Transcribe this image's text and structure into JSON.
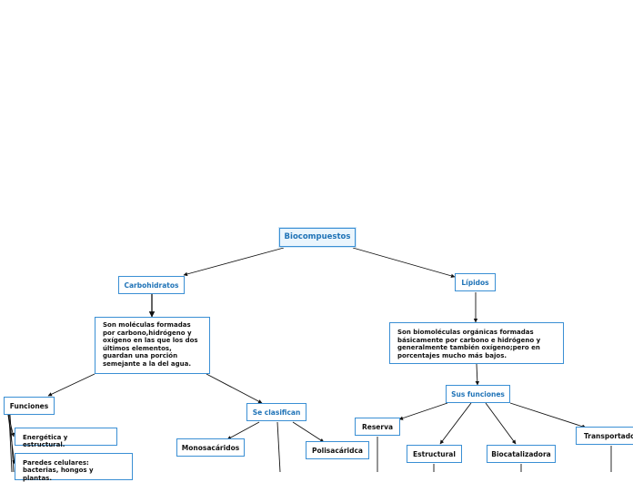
{
  "root": "Biocompuestos",
  "carbohidratos": {
    "title": "Carbohidratos",
    "definition": "Son moléculas formadas por carbono,hidrógeno y oxígeno en las que los dos últimos elementos, guardan una porción semejante a la del agua.",
    "funciones": {
      "title": "Funciones",
      "items": [
        "Energética y estructural.",
        "Paredes celulares: bacterias, hongos y plantas."
      ]
    },
    "clasificacion": {
      "title": "Se clasifican",
      "items": [
        "Monosacáridos",
        "Polisacáridca"
      ]
    }
  },
  "lipidos": {
    "title": "Lípidos",
    "definition": "Son biomoléculas orgánicas formadas básicamente por carbono e hidrógeno y generalmente también oxígeno;pero en porcentajes mucho más bajos.",
    "funciones": {
      "title": "Sus funciones",
      "items": [
        "Reserva",
        "Estructural",
        "Biocatalizadora",
        "Transportadora"
      ]
    }
  },
  "colors": {
    "border": "#3a8fd4",
    "title_text": "#1f73b7",
    "root_fill": "#eaf5fd",
    "line": "#111111"
  }
}
